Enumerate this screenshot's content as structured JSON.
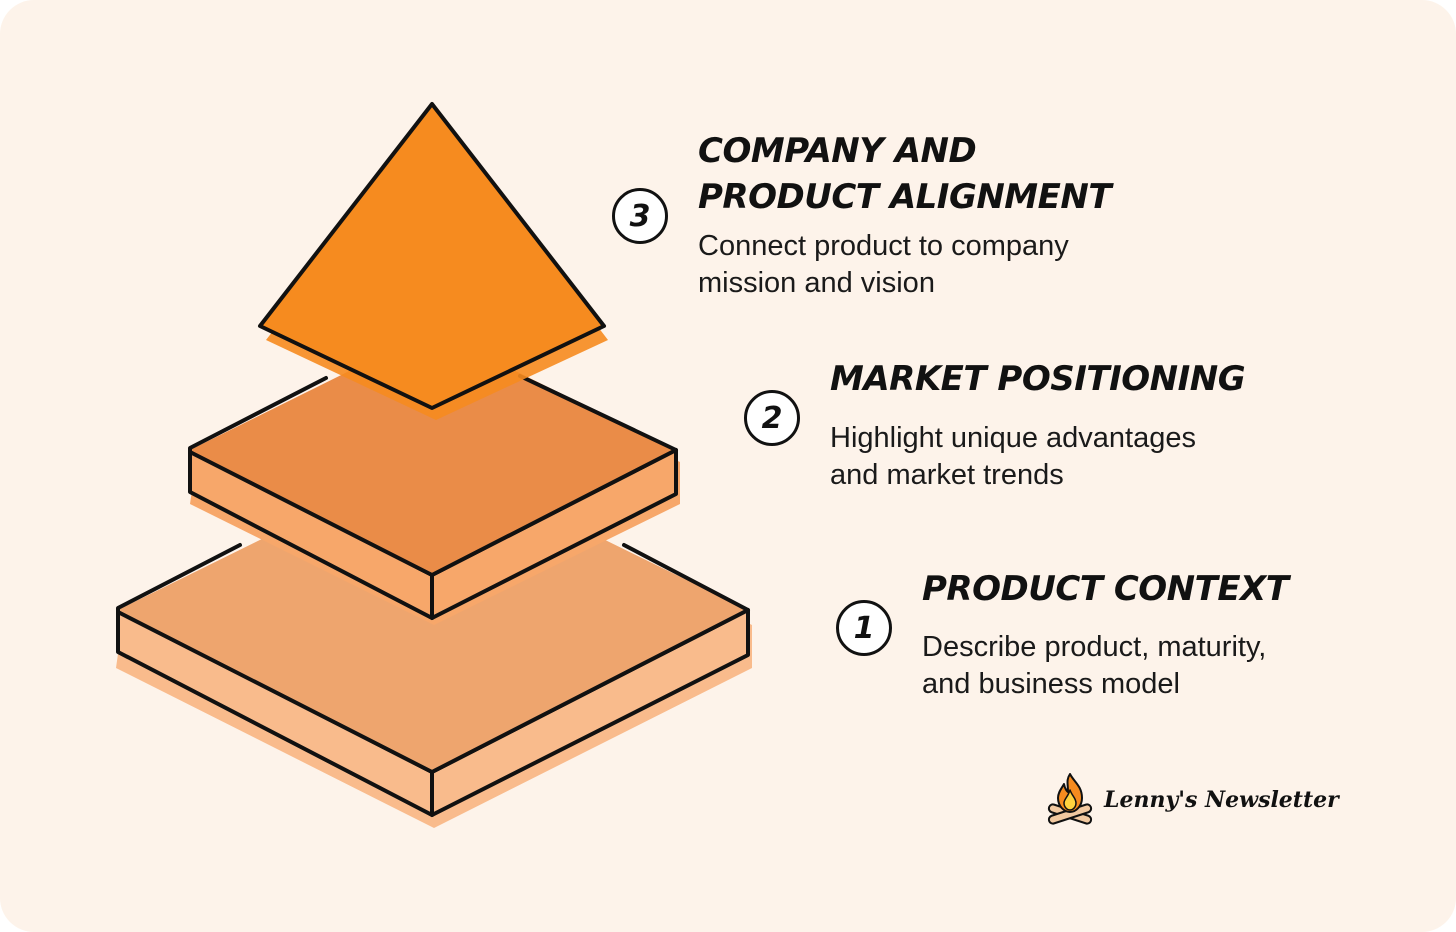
{
  "colors": {
    "background": "#fdf3ea",
    "pyramid_top": "#f68b1f",
    "middle_face": "#ea8c48",
    "middle_side": "#f7a76a",
    "bottom_face": "#eea56e",
    "bottom_side": "#f9bb8c",
    "outline": "#111111"
  },
  "steps": [
    {
      "number": "3",
      "title_line1": "Company and",
      "title_line2": "Product Alignment",
      "desc_line1": "Connect product to company",
      "desc_line2": "mission and vision"
    },
    {
      "number": "2",
      "title_line1": "Market Positioning",
      "desc_line1": "Highlight unique advantages",
      "desc_line2": "and market trends"
    },
    {
      "number": "1",
      "title_line1": "Product Context",
      "desc_line1": "Describe product, maturity,",
      "desc_line2": "and business model"
    }
  ],
  "brand": {
    "name": "Lenny's Newsletter",
    "icon": "campfire-icon"
  }
}
